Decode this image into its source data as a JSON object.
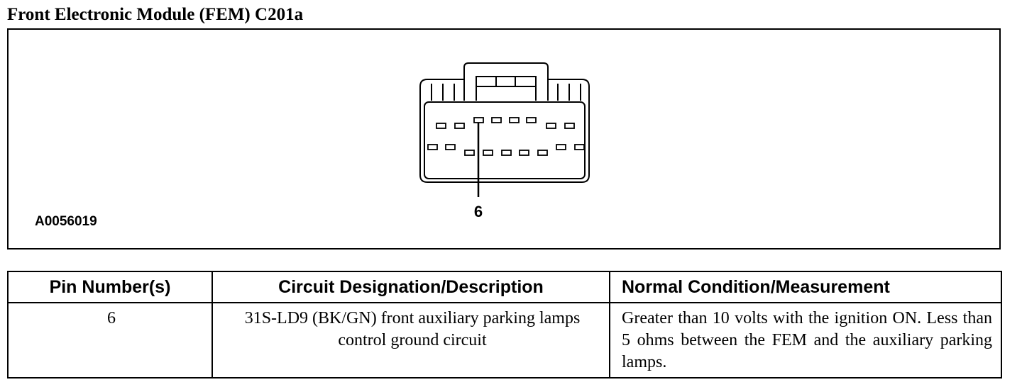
{
  "title": "Front Electronic Module (FEM) C201a",
  "diagram": {
    "figure_id": "A0056019",
    "pin_callout": "6"
  },
  "table": {
    "headers": [
      "Pin Number(s)",
      "Circuit Designation/Description",
      "Normal Condition/Measurement"
    ],
    "rows": [
      {
        "pin": "6",
        "circuit": "31S-LD9 (BK/GN) front auxiliary parking lamps control ground circuit",
        "condition": "Greater than 10 volts with the ignition ON. Less than 5 ohms between the FEM and the auxiliary parking lamps."
      }
    ]
  }
}
